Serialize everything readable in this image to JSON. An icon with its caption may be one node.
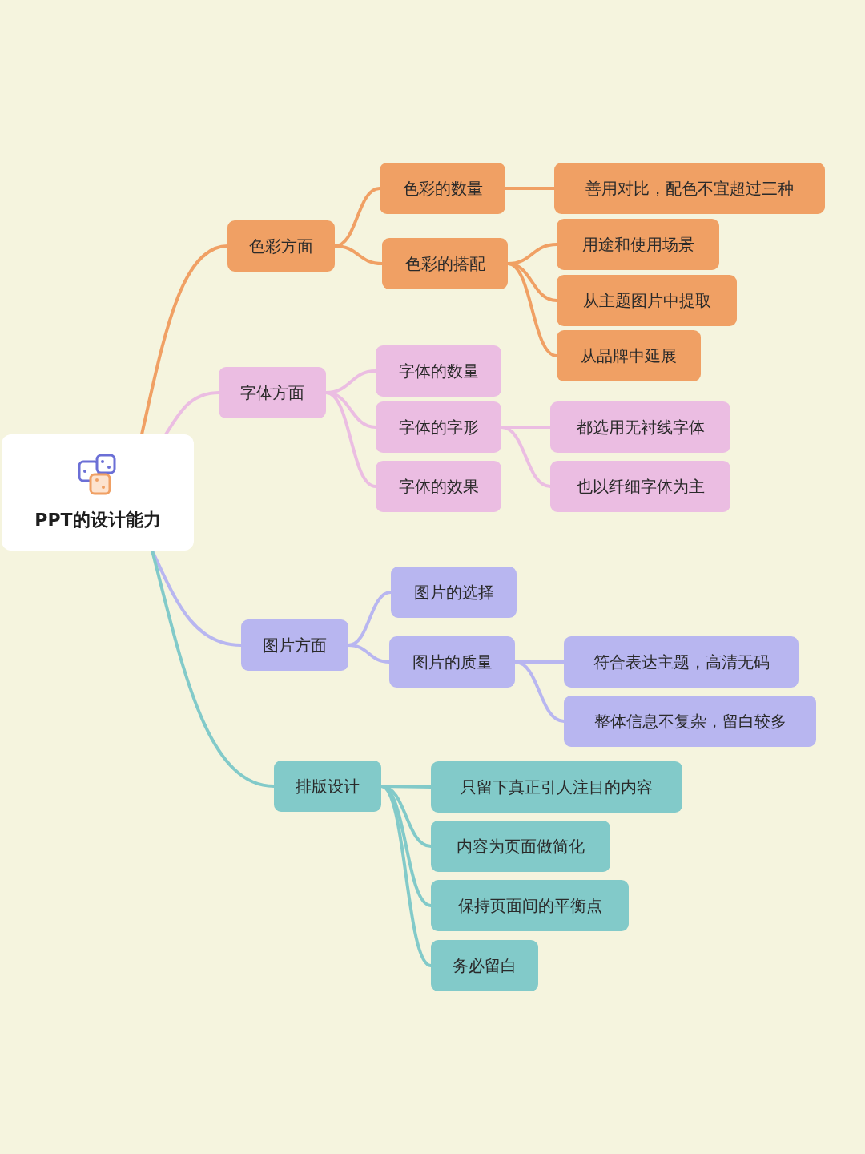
{
  "diagram": {
    "nodes": [
      {
        "text": [
          "PPT的设计能力"
        ]
      },
      {
        "text": [
          "色彩方面"
        ]
      },
      {
        "text": [
          "色彩的数量"
        ]
      },
      {
        "text": [
          "善用对比，配色不宜超过三种"
        ]
      },
      {
        "text": [
          "色彩的搭配"
        ]
      },
      {
        "text": [
          "用途和使用场景"
        ]
      },
      {
        "text": [
          "从主题图片中提取"
        ]
      },
      {
        "text": [
          "从品牌中延展"
        ]
      },
      {
        "text": [
          "字体方面"
        ]
      },
      {
        "text": [
          "字体的数量"
        ]
      },
      {
        "text": [
          "字体的字形"
        ]
      },
      {
        "text": [
          "都选用无衬线字体"
        ]
      },
      {
        "text": [
          "也以纤细字体为主"
        ]
      },
      {
        "text": [
          "字体的效果"
        ]
      },
      {
        "text": [
          "图片方面"
        ]
      },
      {
        "text": [
          "图片的选择"
        ]
      },
      {
        "text": [
          "图片的质量"
        ]
      },
      {
        "text": [
          "符合表达主题，高清无码"
        ]
      },
      {
        "text": [
          "整体信息不复杂，留白较多"
        ]
      },
      {
        "text": [
          "排版设计"
        ]
      },
      {
        "text": [
          "只留下真正引人注目的内容"
        ]
      },
      {
        "text": [
          "内容为页面做简化"
        ]
      },
      {
        "text": [
          "保持页面间的平衡点"
        ]
      },
      {
        "text": [
          "务必留白"
        ]
      }
    ],
    "edges": [
      {
        "from": 0,
        "to": 1,
        "arrow": "none",
        "color": "#f0a064"
      },
      {
        "from": 1,
        "to": 2,
        "arrow": "none",
        "color": "#f0a064"
      },
      {
        "from": 2,
        "to": 3,
        "arrow": "none",
        "color": "#f0a064"
      },
      {
        "from": 1,
        "to": 4,
        "arrow": "none",
        "color": "#f0a064"
      },
      {
        "from": 4,
        "to": 5,
        "arrow": "none",
        "color": "#f0a064"
      },
      {
        "from": 4,
        "to": 6,
        "arrow": "none",
        "color": "#f0a064"
      },
      {
        "from": 4,
        "to": 7,
        "arrow": "none",
        "color": "#f0a064"
      },
      {
        "from": 0,
        "to": 8,
        "arrow": "none",
        "color": "#ebbde2"
      },
      {
        "from": 8,
        "to": 9,
        "arrow": "none",
        "color": "#ebbde2"
      },
      {
        "from": 8,
        "to": 10,
        "arrow": "none",
        "color": "#ebbde2"
      },
      {
        "from": 10,
        "to": 11,
        "arrow": "none",
        "color": "#ebbde2"
      },
      {
        "from": 10,
        "to": 12,
        "arrow": "none",
        "color": "#ebbde2"
      },
      {
        "from": 8,
        "to": 13,
        "arrow": "none",
        "color": "#ebbde2"
      },
      {
        "from": 0,
        "to": 14,
        "arrow": "none",
        "color": "#b8b6f0"
      },
      {
        "from": 14,
        "to": 15,
        "arrow": "none",
        "color": "#b8b6f0"
      },
      {
        "from": 14,
        "to": 16,
        "arrow": "none",
        "color": "#b8b6f0"
      },
      {
        "from": 16,
        "to": 17,
        "arrow": "none",
        "color": "#b8b6f0"
      },
      {
        "from": 16,
        "to": 18,
        "arrow": "none",
        "color": "#b8b6f0"
      },
      {
        "from": 0,
        "to": 19,
        "arrow": "none",
        "color": "#82cac9"
      },
      {
        "from": 19,
        "to": 20,
        "arrow": "none",
        "color": "#82cac9"
      },
      {
        "from": 19,
        "to": 21,
        "arrow": "none",
        "color": "#82cac9"
      },
      {
        "from": 19,
        "to": 22,
        "arrow": "none",
        "color": "#82cac9"
      },
      {
        "from": 19,
        "to": 23,
        "arrow": "none",
        "color": "#82cac9"
      }
    ]
  }
}
